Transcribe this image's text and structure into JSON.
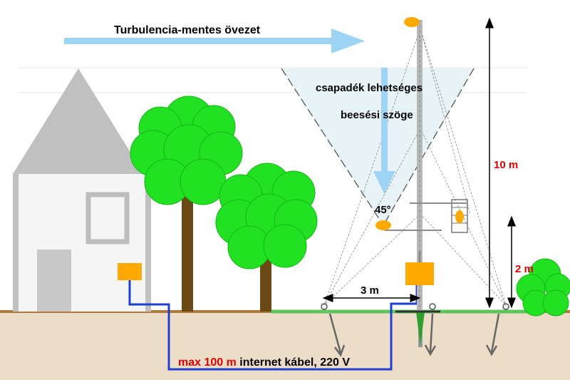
{
  "labels": {
    "turbulence_zone": "Turbulencia-mentes övezet",
    "precip_angle_line1": "csapadék lehetséges",
    "precip_angle_line2": "beesési szöge",
    "angle": "45°",
    "height_10m": "10 m",
    "height_2m": "2 m",
    "distance_3m": "3 m",
    "cable_max": "max 100 m",
    "cable_rest": " internet kábel, 220 V"
  },
  "colors": {
    "sky_arrow": "#9dd3f5",
    "cone_fill": "#e8f3f8",
    "ground": "#ecdcc8",
    "ground_line": "#b07a3c",
    "grass": "#5cc55c",
    "cable": "#1f3fd0",
    "tree_foliage": "#22e022",
    "trunk": "#6b4a14",
    "house": "#c8c8c8",
    "box": "#ffaa00",
    "label_red": "#e00000"
  }
}
